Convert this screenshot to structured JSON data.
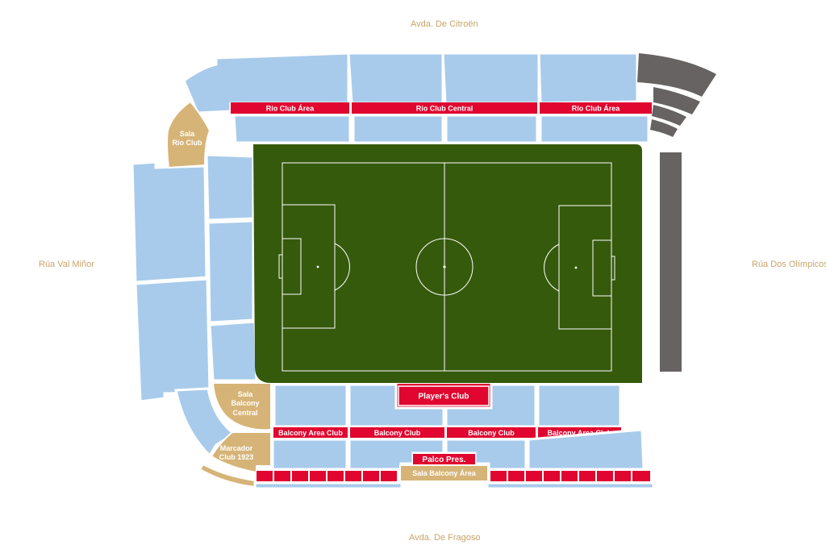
{
  "streets": {
    "top": "Avda. De Citroën",
    "bottom": "Avda. De Fragoso",
    "left": "Rúa Val Miñor",
    "right": "Rúa Dos Olímpicos"
  },
  "zones": {
    "rio_club_area_left": "Río Club Área",
    "rio_club_central": "Río Club Central",
    "rio_club_area_right": "Río Club Área",
    "sala_rio_club_1": "Sala",
    "sala_rio_club_2": "Río Club",
    "players_club": "Player's Club",
    "sala_balcony_central_1": "Sala",
    "sala_balcony_central_2": "Balcony",
    "sala_balcony_central_3": "Central",
    "marcador_club_1": "Marcador",
    "marcador_club_2": "Club 1923",
    "balcony_area_club_left": "Balcony Area Club",
    "balcony_club_left": "Balcony Club",
    "balcony_club_right": "Balcony Club",
    "balcony_area_club_right": "Balcony Area Club",
    "palco_pres": "Palco Pres.",
    "sala_balcony_area": "Sala Balcony Área"
  },
  "colors": {
    "stand": "#a8cbeb",
    "pitch": "#355a0c",
    "club": "#e0062f",
    "lounge": "#d6b477",
    "closed": "#676363",
    "street_text": "#c9a46a"
  }
}
